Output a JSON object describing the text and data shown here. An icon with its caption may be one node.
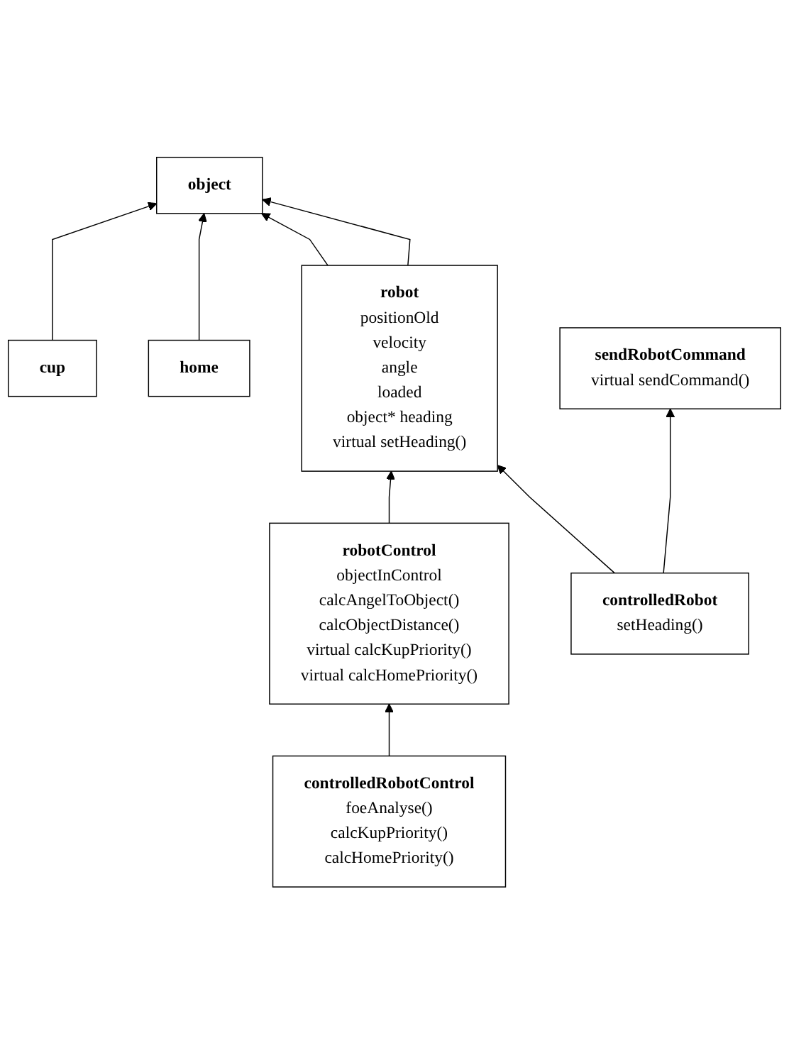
{
  "diagram": {
    "nodes": [
      {
        "text": [
          "object"
        ]
      },
      {
        "text": [
          "cup"
        ]
      },
      {
        "text": [
          "home"
        ]
      },
      {
        "text": [
          "robot",
          "positionOld",
          "velocity",
          "angle",
          "loaded",
          "object* heading",
          "virtual setHeading()"
        ]
      },
      {
        "text": [
          "robotControl",
          "objectInControl",
          "calcAngelToObject()",
          "calcObjectDistance()",
          "virtual calcKupPriority()",
          "virtual calcHomePriority()"
        ]
      },
      {
        "text": [
          "controlledRobot",
          "setHeading()"
        ]
      },
      {
        "text": [
          "controlledRobotControl",
          "foeAnalyse()",
          "calcKupPriority()",
          "calcHomePriority()"
        ]
      },
      {
        "text": [
          "sendRobotCommand",
          "virtual sendCommand()"
        ]
      }
    ],
    "edges": [
      {
        "from": 1,
        "to": 0,
        "arrow": "to"
      },
      {
        "from": 2,
        "to": 0,
        "arrow": "to"
      },
      {
        "from": 3,
        "to": 0,
        "arrow": "to"
      },
      {
        "from": 3,
        "to": 0,
        "arrow": "to"
      },
      {
        "from": 4,
        "to": 3,
        "arrow": "to"
      },
      {
        "from": 5,
        "to": 3,
        "arrow": "to"
      },
      {
        "from": 6,
        "to": 4,
        "arrow": "to"
      },
      {
        "from": 5,
        "to": 7,
        "arrow": "to"
      }
    ]
  }
}
